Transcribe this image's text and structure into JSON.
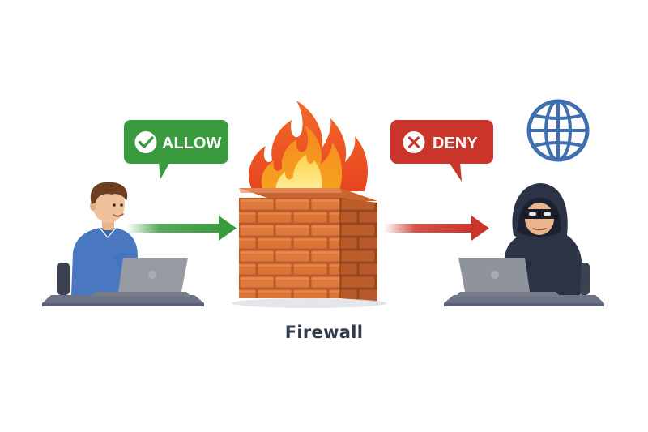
{
  "allow_label": "ALLOW",
  "deny_label": "DENY",
  "caption": "Firewall",
  "colors": {
    "allow": "#3a9b3e",
    "deny": "#c9352b",
    "user_shirt": "#4a78c0",
    "hacker_hoodie": "#2c3344",
    "brick": "#e07a3c",
    "globe": "#3f6fb0",
    "laptop": "#8e939c",
    "desk": "#6d7386"
  },
  "icons": {
    "allow": "check-circle-icon",
    "deny": "x-circle-icon",
    "internet": "globe-icon"
  }
}
